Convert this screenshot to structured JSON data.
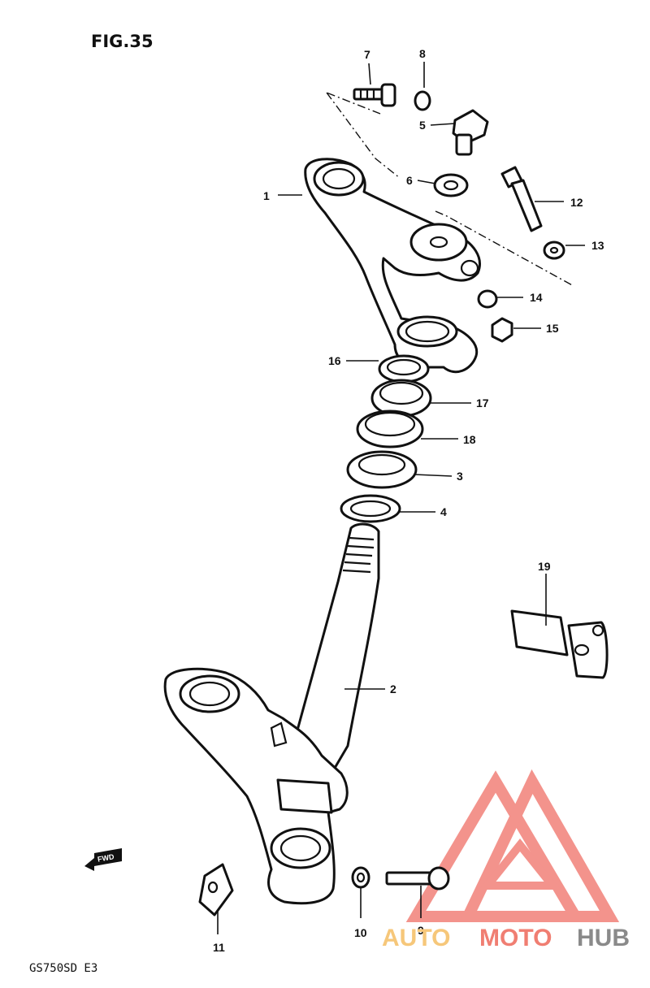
{
  "figure_label": "FIG.35",
  "model_code": "GS750SD E3",
  "direction_label": "FWD",
  "callouts": {
    "p1": "1",
    "p2": "2",
    "p3": "3",
    "p4": "4",
    "p5": "5",
    "p6": "6",
    "p7": "7",
    "p8": "8",
    "p9": "9",
    "p10": "10",
    "p11": "11",
    "p12": "12",
    "p13": "13",
    "p14": "14",
    "p15": "15",
    "p16": "16",
    "p17": "17",
    "p18": "18",
    "p19": "19"
  },
  "watermark": {
    "part1": "AUTO",
    "part2": "MOTO",
    "part3": "HUB",
    "colors": {
      "auto": "#f6c77a",
      "moto": "#f07e72",
      "hub": "#8a8a8a",
      "logo": "#ef6f66"
    }
  }
}
